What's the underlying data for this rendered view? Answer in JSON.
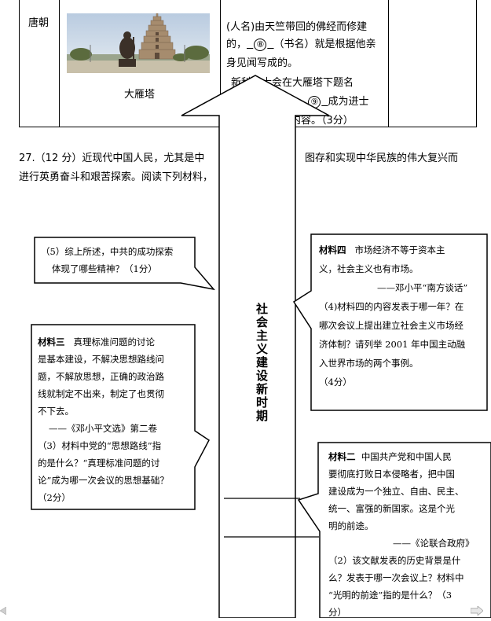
{
  "table": {
    "dynasty": "唐朝",
    "photo_caption": "大雁塔",
    "text_l1": "(人名)由天竺带回的佛经而修建",
    "text_l2a": "的，",
    "blank8_num": "⑧",
    "text_l2b": "（书名）就是根据他亲",
    "text_l3": "身见闻写成的。",
    "text_l4": "新科进士会在大雁塔下题名",
    "blank9_num": "⑨",
    "text_l5b": "成为进士",
    "text_l6": "内容。（3分）"
  },
  "q27": {
    "line1": "27.（12 分）近现代中国人民，尤其是中",
    "line1b": "图存和实现中华民族的伟大复兴而",
    "line2": "进行英勇奋斗和艰苦探索。阅读下列材料，"
  },
  "arrow": {
    "label": "社会主义建设新时期"
  },
  "box5": {
    "line1": "（5）综上所述，中共的成功探索",
    "line2": "体现了哪些精神？（1分）"
  },
  "box4": {
    "title": "材料四",
    "quote1": "市场经济不等于资本主",
    "quote2": "义，社会主义也有市场。",
    "source": "——邓小平“南方谈话”",
    "q1": "（4)材料四的内容发表于哪一年？在",
    "q2": "哪次会议上提出建立社会主义市场经",
    "q3": "济体制？请列举 2001 年中国主动融",
    "q4": "入世界市场的两个事例。",
    "score": "（4分）"
  },
  "box3": {
    "title": "材料三",
    "l1": "真理标准问题的讨论",
    "l2": "是基本建设，不解决思想路线问",
    "l3": "题，不解放思想，正确的政治路",
    "l4": "线就制定不出来，制定了也贯彻",
    "l5": "不下去。",
    "source": "——《邓小平文选》第二卷",
    "q1": "（3）材料中党的“思想路线”指",
    "q2": "的是什么？“真理标准问题的讨",
    "q3": "论”成为哪一次会议的思想基础？",
    "score": "（2分）"
  },
  "box2": {
    "title": "材料二",
    "l1": "中国共产党和中国人民",
    "l2": "要彻底打败日本侵略者，把中国",
    "l3": "建设成为一个独立、自由、民主、",
    "l4": "统一、富强的新国家。这是个光",
    "l5": "明的前途。",
    "source": "——《论联合政府》",
    "q1": "（2）该文献发表的历史背景是什",
    "q2": "么？发表于哪一次会议上？材料中",
    "q3": "“光明的前途”指的是什么？（3",
    "q4": "分）"
  }
}
